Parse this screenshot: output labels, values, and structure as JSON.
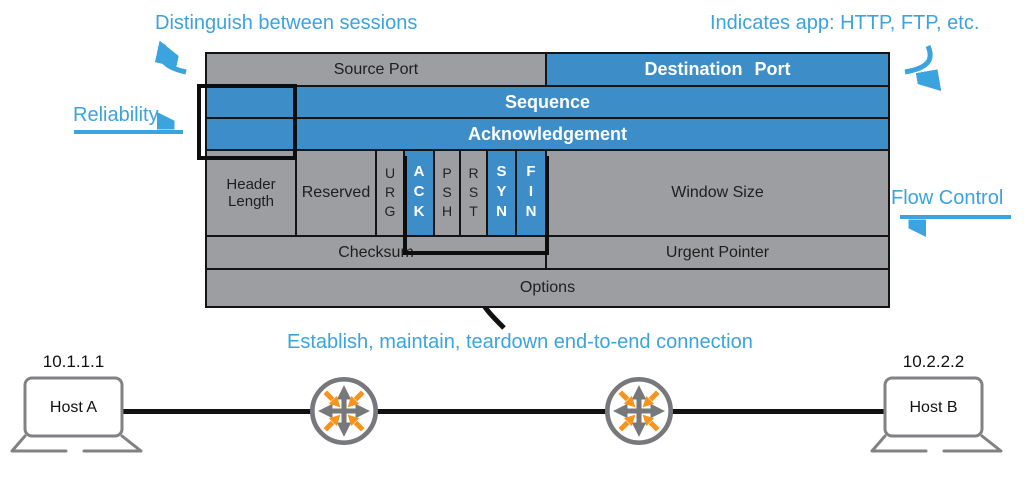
{
  "annotations": {
    "sessions": "Distinguish between sessions",
    "apps": "Indicates app: HTTP, FTP, etc.",
    "reliability": "Reliability",
    "flow_control": "Flow Control",
    "connection": "Establish, maintain, teardown end-to-end connection"
  },
  "tcp_header": {
    "source_port": "Source Port",
    "destination_port": "Destination Port",
    "sequence": "Sequence",
    "acknowledgement": "Acknowledgement",
    "header_length": "Header Length",
    "reserved": "Reserved",
    "flags": [
      {
        "label": "URG",
        "highlighted": false
      },
      {
        "label": "ACK",
        "highlighted": true
      },
      {
        "label": "PSH",
        "highlighted": false
      },
      {
        "label": "RST",
        "highlighted": false
      },
      {
        "label": "SYN",
        "highlighted": true
      },
      {
        "label": "FIN",
        "highlighted": true
      }
    ],
    "window_size": "Window Size",
    "checksum": "Checksum",
    "urgent_pointer": "Urgent Pointer",
    "options": "Options"
  },
  "network": {
    "host_a": {
      "label": "Host A",
      "ip": "10.1.1.1"
    },
    "host_b": {
      "label": "Host B",
      "ip": "10.2.2.2"
    },
    "router_icons": [
      "router-1",
      "router-2"
    ]
  },
  "colors": {
    "cell_gray": "#9c9ea1",
    "cell_blue": "#3d8dc9",
    "annotation_blue": "#3ba3de",
    "border_dark": "#141414",
    "router_gray": "#77787b",
    "router_orange": "#f7941d",
    "laptop_gray": "#808285",
    "link_black": "#111111"
  }
}
